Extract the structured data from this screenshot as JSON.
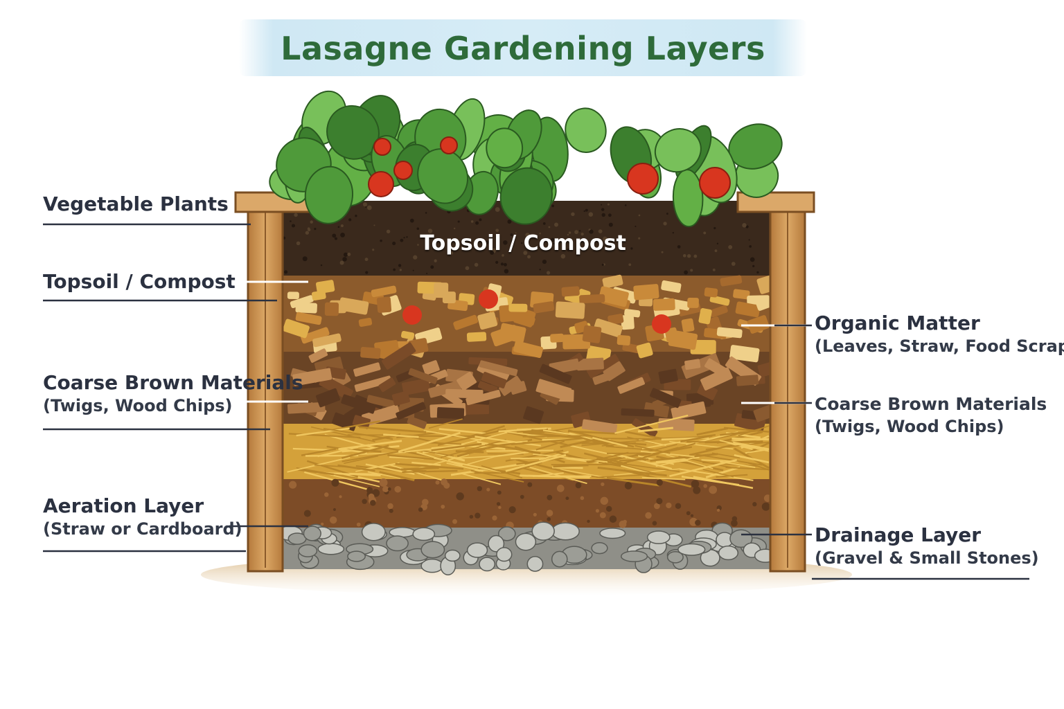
{
  "title": "Lasagne Gardening Layers",
  "in_bed_label": "Topsoil / Compost",
  "left_labels": [
    {
      "main": "Vegetable Plants",
      "sub": ""
    },
    {
      "main": "Topsoil / Compost",
      "sub": ""
    },
    {
      "main": "Coarse Brown Materials",
      "sub": "(Twigs, Wood Chips)"
    },
    {
      "main": "Aeration Layer",
      "sub": "(Straw or Cardboard)"
    }
  ],
  "right_labels": [
    {
      "main": "Organic Matter",
      "sub": "(Leaves, Straw, Food Scraps)"
    },
    {
      "main": "Coarse Brown Materials",
      "sub": "(Twigs, Wood Chips)"
    },
    {
      "main": "Drainage Layer",
      "sub": "(Gravel & Small Stones)"
    }
  ],
  "colors": {
    "title": "#2e6b3a",
    "banner": "#d6ecf6",
    "label_text": "#2b3140",
    "wood": "#d39a55",
    "topsoil": "#3b2a1d",
    "organic": "#8a5a2b",
    "coarse_brown": "#6b4526",
    "straw": "#d8a63a",
    "soil": "#7a4a26",
    "gravel": "#a9aaa4",
    "leaf": "#4f9a3a",
    "tomato": "#d8361f"
  }
}
